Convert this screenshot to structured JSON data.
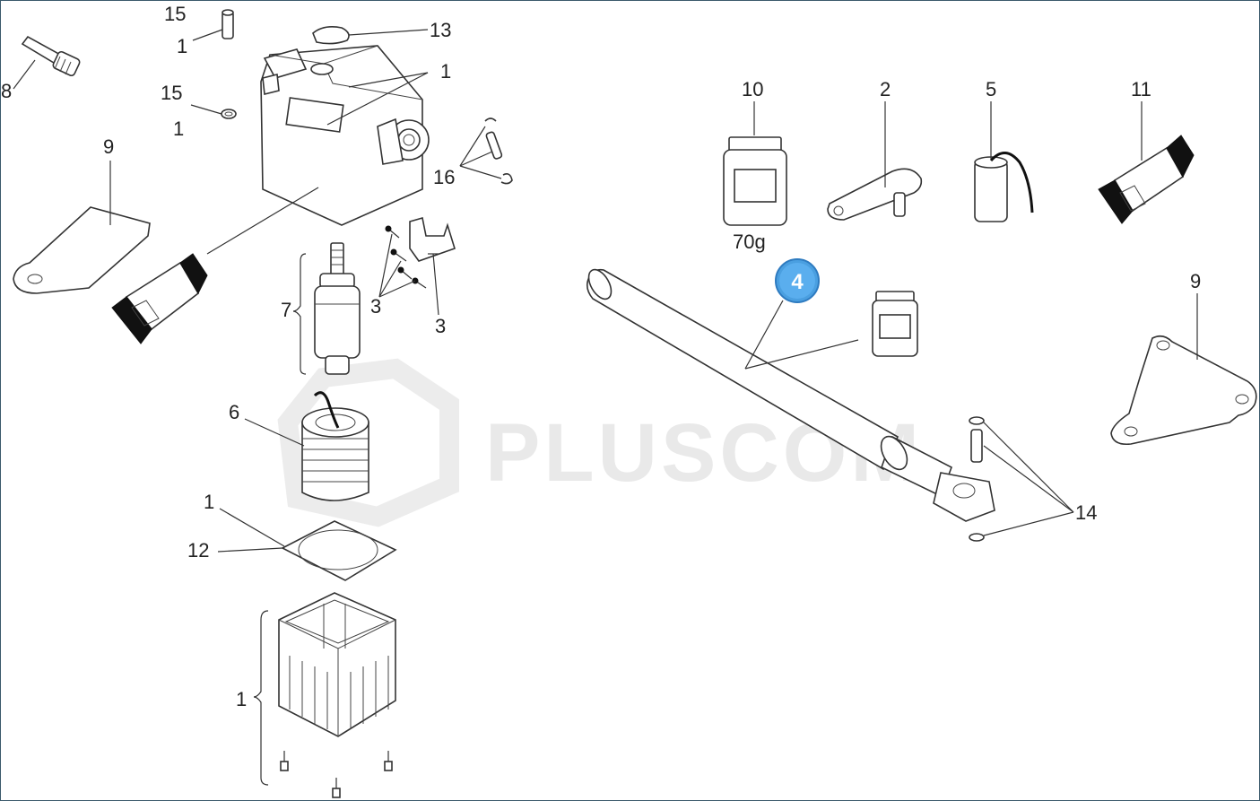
{
  "watermark": "PLUSCOM",
  "highlight_badge": "4",
  "weight_label": "70g",
  "callouts": {
    "c15a": "15",
    "c1a": "1",
    "c13": "13",
    "c1b": "1",
    "c8": "8",
    "c15b": "15",
    "c1c": "1",
    "c16": "16",
    "c9a": "9",
    "c7": "7",
    "c3a": "3",
    "c3b": "3",
    "c6": "6",
    "c1d": "1",
    "c12": "12",
    "c1e": "1",
    "c10": "10",
    "c2": "2",
    "c5": "5",
    "c11": "11",
    "c9b": "9",
    "c14": "14"
  }
}
